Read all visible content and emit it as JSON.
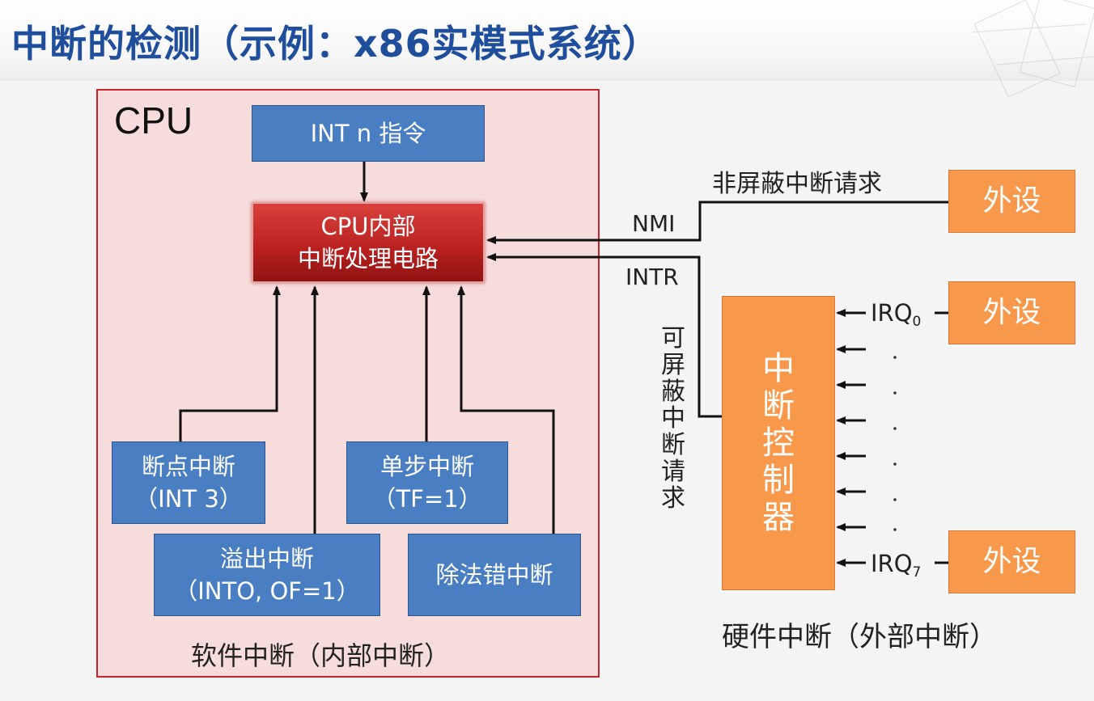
{
  "title": "中断的检测（示例：x86实模式系统）",
  "cpu_label": "CPU",
  "int_n": "INT n 指令",
  "core": {
    "line1": "CPU内部",
    "line2": "中断处理电路"
  },
  "breakpoint": {
    "line1": "断点中断",
    "line2": "（INT 3）"
  },
  "single_step": {
    "line1": "单步中断",
    "line2": "（TF=1）"
  },
  "overflow": {
    "line1": "溢出中断",
    "line2": "（INTO, OF=1）"
  },
  "divide": "除法错中断",
  "software_caption": "软件中断（内部中断）",
  "nmi_desc": "非屏蔽中断请求",
  "nmi": "NMI",
  "intr": "INTR",
  "maskable_desc": "可屏蔽中断请求",
  "controller": "中断控制器",
  "irq0": {
    "name": "IRQ",
    "sub": "0"
  },
  "irq7": {
    "name": "IRQ",
    "sub": "7"
  },
  "device_label": "外设",
  "hardware_caption": "硬件中断（外部中断）",
  "colors": {
    "title": "#1f4e9c",
    "blue_box": "#4a7ec2",
    "orange_box": "#f7984a",
    "red_box": "#b8201f",
    "cpu_bg": "#f7dcdc",
    "cpu_border": "#c8242a"
  }
}
